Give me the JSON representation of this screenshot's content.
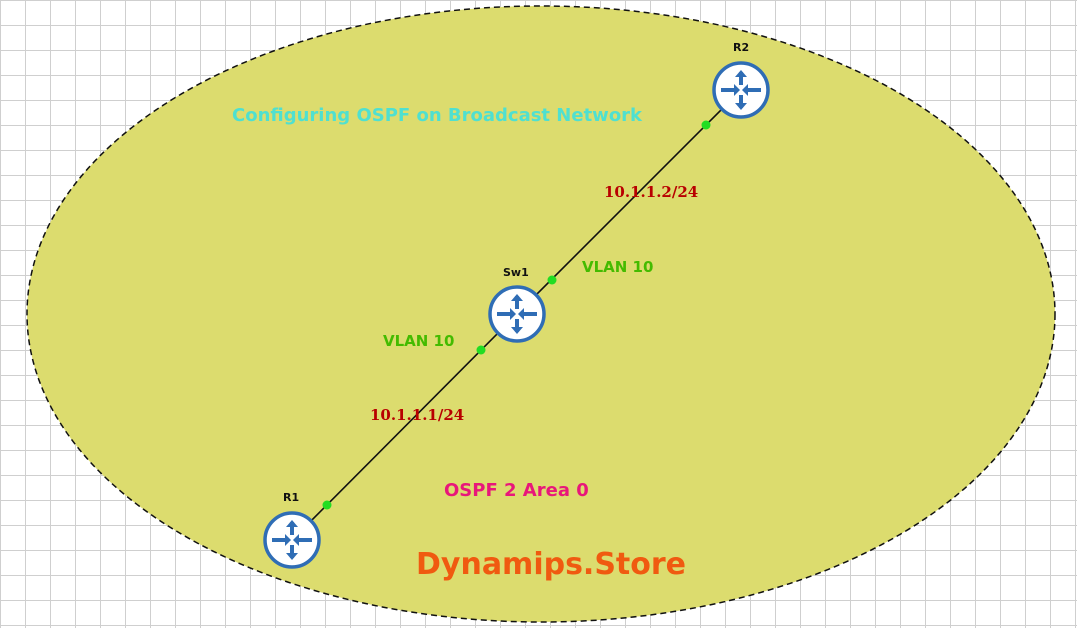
{
  "colors": {
    "zone_fill": "#dcdc6e",
    "zone_stroke": "#111111",
    "link": "#111111",
    "port": "#22dd22",
    "router_ring": "#2f6db5",
    "router_arrow": "#2f6db5",
    "title": "#4fe0d0",
    "ip": "#b80000",
    "vlan": "#44bb00",
    "area": "#e8177a",
    "brand": "#f05a10"
  },
  "diagram": {
    "title": "Configuring OSPF on Broadcast Network",
    "area_label": "OSPF 2 Area 0",
    "brand": "Dynamips.Store"
  },
  "devices": [
    {
      "id": "r2",
      "name": "R2",
      "icon": "router-icon"
    },
    {
      "id": "sw1",
      "name": "Sw1",
      "icon": "router-icon"
    },
    {
      "id": "r1",
      "name": "R1",
      "icon": "router-icon"
    }
  ],
  "links": [
    {
      "from": "R1",
      "to": "Sw1",
      "ip": "10.1.1.1/24",
      "vlan": "VLAN 10"
    },
    {
      "from": "Sw1",
      "to": "R2",
      "ip": "10.1.1.2/24",
      "vlan": "VLAN 10"
    }
  ]
}
